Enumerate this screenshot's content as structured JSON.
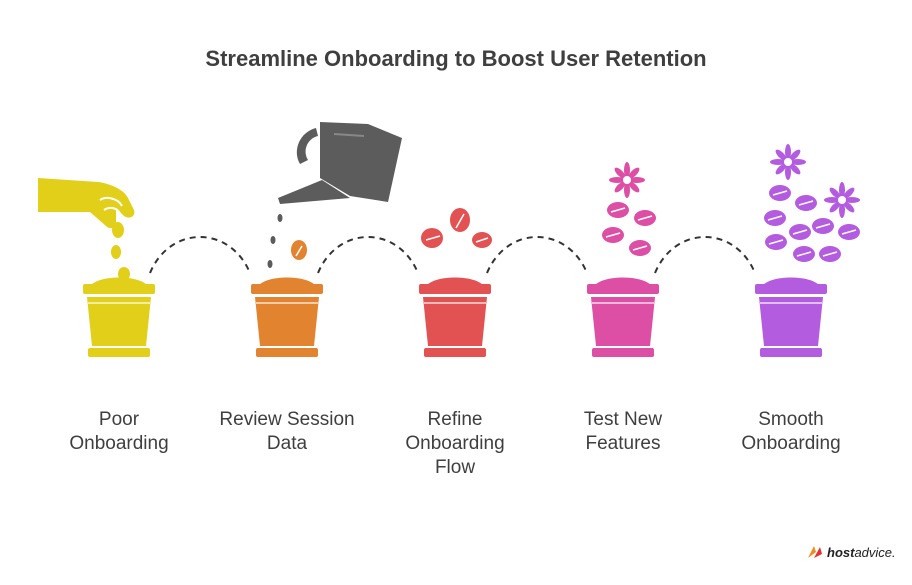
{
  "title": "Streamline Onboarding to Boost User Retention",
  "steps": [
    {
      "lines": [
        "Poor",
        "Onboarding"
      ],
      "color": "#e2cf1a"
    },
    {
      "lines": [
        "Review Session",
        "Data"
      ],
      "color": "#e2832f"
    },
    {
      "lines": [
        "Refine",
        "Onboarding",
        "Flow"
      ],
      "color": "#e35252"
    },
    {
      "lines": [
        "Test New",
        "Features"
      ],
      "color": "#dd4fa5"
    },
    {
      "lines": [
        "Smooth",
        "Onboarding"
      ],
      "color": "#b45ce0"
    }
  ],
  "colors": {
    "text": "#3f3f3f",
    "connector": "#333333",
    "watering_can": "#5c5c5c"
  },
  "brand": {
    "bold": "host",
    "light": "advice."
  },
  "icons": [
    "hand-icon",
    "seed-icon",
    "watering-can-icon",
    "water-drop-icon",
    "leaf-icon",
    "flower-icon",
    "pot-icon"
  ]
}
